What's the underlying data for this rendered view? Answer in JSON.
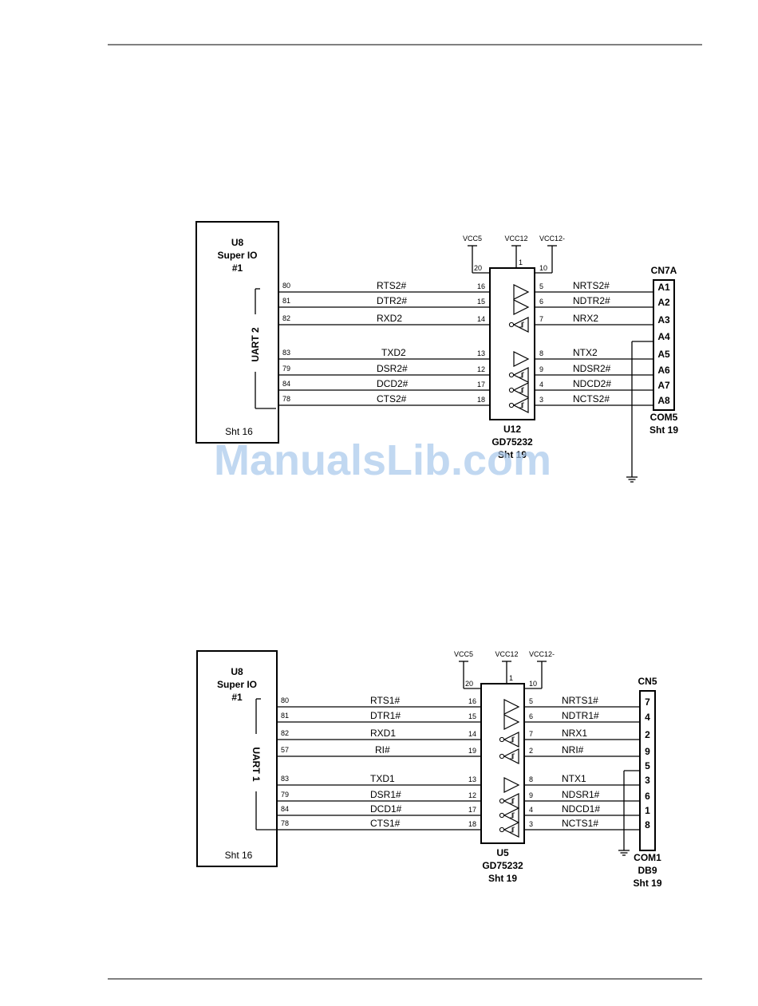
{
  "watermark": "ManualsLib.com",
  "upper": {
    "ic_ref": "U8",
    "ic_name": "Super IO",
    "ic_num": "#1",
    "ic_sheet": "Sht 16",
    "uart_label": "UART 2",
    "drv_ref": "U12",
    "drv_part": "GD75232",
    "drv_sheet": "Sht 19",
    "vcc5": "VCC5",
    "vcc12": "VCC12",
    "vcc12n": "VCC12-",
    "vcc5_pin": "20",
    "vcc12_pin": "1",
    "vcc12n_pin": "10",
    "conn_ref": "CN7A",
    "conn_name": "COM5",
    "conn_sheet": "Sht 19",
    "ground_pin": "A4",
    "signals": [
      {
        "io_pin": "80",
        "name": "RTS2#",
        "drv_in": "16",
        "drv_out": "5",
        "out_name": "NRTS2#",
        "conn_pin": "A1"
      },
      {
        "io_pin": "81",
        "name": "DTR2#",
        "drv_in": "15",
        "drv_out": "6",
        "out_name": "NDTR2#",
        "conn_pin": "A2"
      },
      {
        "io_pin": "82",
        "name": "RXD2",
        "drv_in": "14",
        "drv_out": "7",
        "out_name": "NRX2",
        "conn_pin": "A3"
      },
      {
        "io_pin": "83",
        "name": "TXD2",
        "drv_in": "13",
        "drv_out": "8",
        "out_name": "NTX2",
        "conn_pin": "A5"
      },
      {
        "io_pin": "79",
        "name": "DSR2#",
        "drv_in": "12",
        "drv_out": "9",
        "out_name": "NDSR2#",
        "conn_pin": "A6"
      },
      {
        "io_pin": "84",
        "name": "DCD2#",
        "drv_in": "17",
        "drv_out": "4",
        "out_name": "NDCD2#",
        "conn_pin": "A7"
      },
      {
        "io_pin": "78",
        "name": "CTS2#",
        "drv_in": "18",
        "drv_out": "3",
        "out_name": "NCTS2#",
        "conn_pin": "A8"
      }
    ]
  },
  "lower": {
    "ic_ref": "U8",
    "ic_name": "Super IO",
    "ic_num": "#1",
    "ic_sheet": "Sht 16",
    "uart_label": "UART 1",
    "drv_ref": "U5",
    "drv_part": "GD75232",
    "drv_sheet": "Sht 19",
    "vcc5": "VCC5",
    "vcc12": "VCC12",
    "vcc12n": "VCC12-",
    "vcc5_pin": "20",
    "vcc12_pin": "1",
    "vcc12n_pin": "10",
    "conn_ref": "CN5",
    "conn_name": "COM1",
    "conn_type": "DB9",
    "conn_sheet": "Sht 19",
    "ground_pin": "5",
    "signals": [
      {
        "io_pin": "80",
        "name": "RTS1#",
        "drv_in": "16",
        "drv_out": "5",
        "out_name": "NRTS1#",
        "conn_pin": "7"
      },
      {
        "io_pin": "81",
        "name": "DTR1#",
        "drv_in": "15",
        "drv_out": "6",
        "out_name": "NDTR1#",
        "conn_pin": "4"
      },
      {
        "io_pin": "82",
        "name": "RXD1",
        "drv_in": "14",
        "drv_out": "7",
        "out_name": "NRX1",
        "conn_pin": "2"
      },
      {
        "io_pin": "57",
        "name": "RI#",
        "drv_in": "19",
        "drv_out": "2",
        "out_name": "NRI#",
        "conn_pin": "9"
      },
      {
        "io_pin": "83",
        "name": "TXD1",
        "drv_in": "13",
        "drv_out": "8",
        "out_name": "NTX1",
        "conn_pin": "3"
      },
      {
        "io_pin": "79",
        "name": "DSR1#",
        "drv_in": "12",
        "drv_out": "9",
        "out_name": "NDSR1#",
        "conn_pin": "6"
      },
      {
        "io_pin": "84",
        "name": "DCD1#",
        "drv_in": "17",
        "drv_out": "4",
        "out_name": "NDCD1#",
        "conn_pin": "1"
      },
      {
        "io_pin": "78",
        "name": "CTS1#",
        "drv_in": "18",
        "drv_out": "3",
        "out_name": "NCTS1#",
        "conn_pin": "8"
      }
    ]
  }
}
